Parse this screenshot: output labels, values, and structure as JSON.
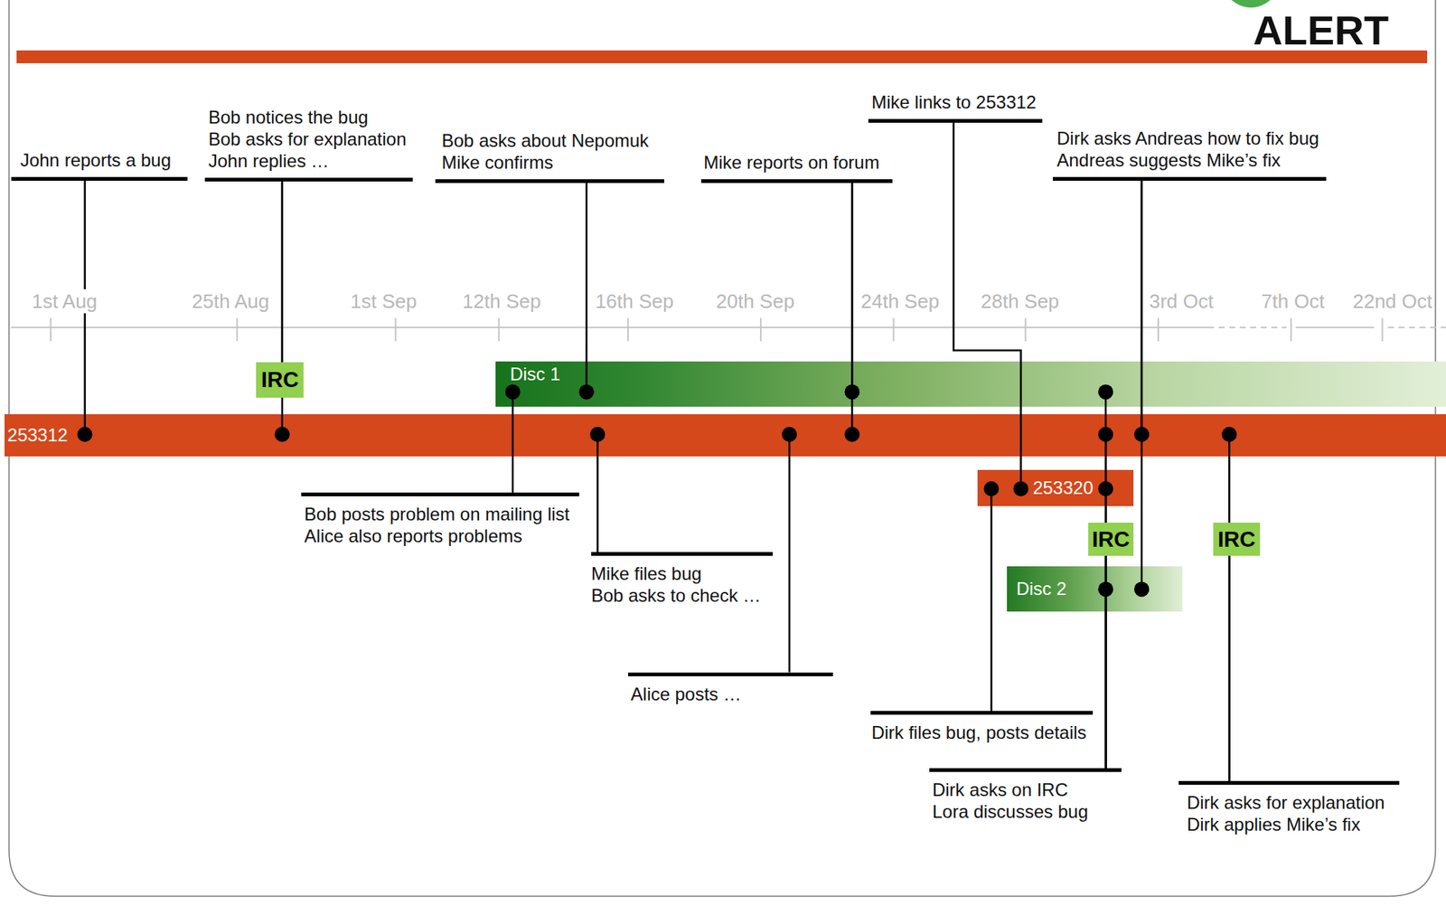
{
  "diagram": {
    "nodes": [
      {
        "text": [
          "John reports a bug"
        ]
      },
      {
        "text": [
          "Bob notices the bug",
          "Bob asks for explanation",
          "John replies …"
        ]
      },
      {
        "text": [
          "Bob asks about Nepomuk",
          "Mike confirms"
        ]
      },
      {
        "text": [
          "Mike reports on forum"
        ]
      },
      {
        "text": [
          "Mike links to 253312"
        ]
      },
      {
        "text": [
          "Dirk asks Andreas how to fix bug",
          "Andreas suggests Mike’s fix"
        ]
      },
      {
        "text": [
          "IRC"
        ]
      },
      {
        "text": [
          "Disc 1"
        ]
      },
      {
        "text": [
          "253312"
        ]
      },
      {
        "text": [
          "253320"
        ]
      },
      {
        "text": [
          "IRC"
        ]
      },
      {
        "text": [
          "IRC"
        ]
      },
      {
        "text": [
          "Disc 2"
        ]
      },
      {
        "text": [
          "Bob posts problem on mailing list",
          "Alice also reports problems"
        ]
      },
      {
        "text": [
          "Mike files bug",
          "Bob asks to check …"
        ]
      },
      {
        "text": [
          "Alice posts …"
        ]
      },
      {
        "text": [
          "Dirk files bug, posts details"
        ]
      },
      {
        "text": [
          "Dirk asks on IRC",
          "Lora discusses bug"
        ]
      },
      {
        "text": [
          "Dirk asks for explanation",
          "Dirk applies Mike’s fix"
        ]
      }
    ],
    "edges": [
      {
        "from": 0,
        "to": 8,
        "arrow": "none"
      },
      {
        "from": 1,
        "to": 6,
        "arrow": "none"
      },
      {
        "from": 1,
        "to": 8,
        "arrow": "none"
      },
      {
        "from": 2,
        "to": 7,
        "arrow": "none"
      },
      {
        "from": 3,
        "to": 7,
        "arrow": "none"
      },
      {
        "from": 3,
        "to": 8,
        "arrow": "none"
      },
      {
        "from": 4,
        "to": 9,
        "arrow": "none"
      },
      {
        "from": 5,
        "to": 8,
        "arrow": "none"
      },
      {
        "from": 5,
        "to": 12,
        "arrow": "none"
      },
      {
        "from": 13,
        "to": 7,
        "arrow": "none"
      },
      {
        "from": 14,
        "to": 8,
        "arrow": "none"
      },
      {
        "from": 15,
        "to": 8,
        "arrow": "none"
      },
      {
        "from": 16,
        "to": 9,
        "arrow": "none"
      },
      {
        "from": 17,
        "to": 12,
        "arrow": "none"
      },
      {
        "from": 17,
        "to": 10,
        "arrow": "none"
      },
      {
        "from": 17,
        "to": 9,
        "arrow": "none"
      },
      {
        "from": 17,
        "to": 8,
        "arrow": "none"
      },
      {
        "from": 17,
        "to": 7,
        "arrow": "none"
      },
      {
        "from": 18,
        "to": 11,
        "arrow": "none"
      },
      {
        "from": 18,
        "to": 8,
        "arrow": "none"
      }
    ],
    "labels": [
      "ALERT",
      "1st Aug",
      "25th Aug",
      "1st Sep",
      "12th Sep",
      "16th Sep",
      "20th Sep",
      "24th Sep",
      "28th Sep",
      "3rd Oct",
      "7th Oct",
      "22nd Oct"
    ]
  }
}
